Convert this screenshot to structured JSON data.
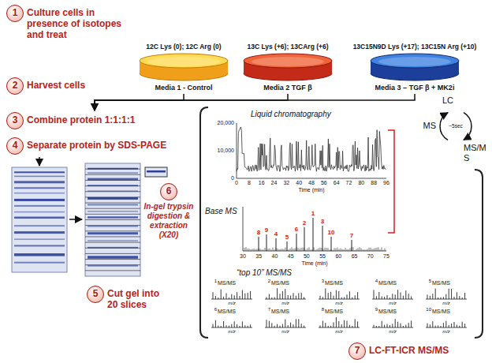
{
  "diagram": {
    "nodes": [
      {
        "text": [
          "1",
          "Culture cells in presence of isotopes and treat"
        ]
      },
      {
        "text": [
          "12C Lys (0); 12C Arg (0)",
          "Media 1 - Control"
        ]
      },
      {
        "text": [
          "13C Lys (+6); 13CArg (+6)",
          "Media 2 TGF β"
        ]
      },
      {
        "text": [
          "13C15N9D Lys (+17); 13C15N Arg (+10)",
          "Media 3 – TGF β + MK2i"
        ]
      },
      {
        "text": [
          "2",
          "Harvest cells"
        ]
      },
      {
        "text": [
          "3",
          "Combine protein 1:1:1:1"
        ]
      },
      {
        "text": [
          "4",
          "Separate protein by SDS-PAGE"
        ]
      },
      {
        "text": [
          "5",
          "Cut gel into 20 slices"
        ]
      },
      {
        "text": [
          "6",
          "In-gel trypsin digestion & extraction (X20)"
        ]
      },
      {
        "text": [
          "7",
          "LC-FT-ICR MS/MS"
        ]
      }
    ],
    "edges": [
      {
        "from": 1,
        "to": 5,
        "arrow": "to"
      },
      {
        "from": 2,
        "to": 5,
        "arrow": "to"
      },
      {
        "from": 3,
        "to": 5,
        "arrow": "to"
      }
    ],
    "labels": [
      "LC",
      "~5sec",
      "MS",
      "MS/M S",
      "Liquid chromatography",
      "20,000",
      "10,000",
      "0",
      "0",
      "8",
      "16",
      "24",
      "32",
      "40",
      "48",
      "56",
      "64",
      "72",
      "80",
      "88",
      "96",
      "Time (min)",
      "Base MS",
      "1",
      "2",
      "3",
      "4",
      "5",
      "6",
      "7",
      "8",
      "9",
      "10",
      "30",
      "35",
      "40",
      "45",
      "50",
      "55",
      "60",
      "65",
      "70",
      "75",
      "Time (min)",
      "“top 10” MS/MS",
      "1",
      "MS/MS",
      "m/z",
      "2",
      "MS/MS",
      "m/z",
      "3",
      "MS/MS",
      "m/z",
      "4",
      "MS/MS",
      "m/z",
      "5",
      "MS/MS",
      "m/z",
      "6",
      "MS/MS",
      "m/z",
      "7",
      "MS/MS",
      "m/z",
      "8",
      "MS/MS",
      "m/z",
      "9",
      "MS/MS",
      "m/z",
      "10",
      "MS/MS",
      "m/z"
    ]
  }
}
